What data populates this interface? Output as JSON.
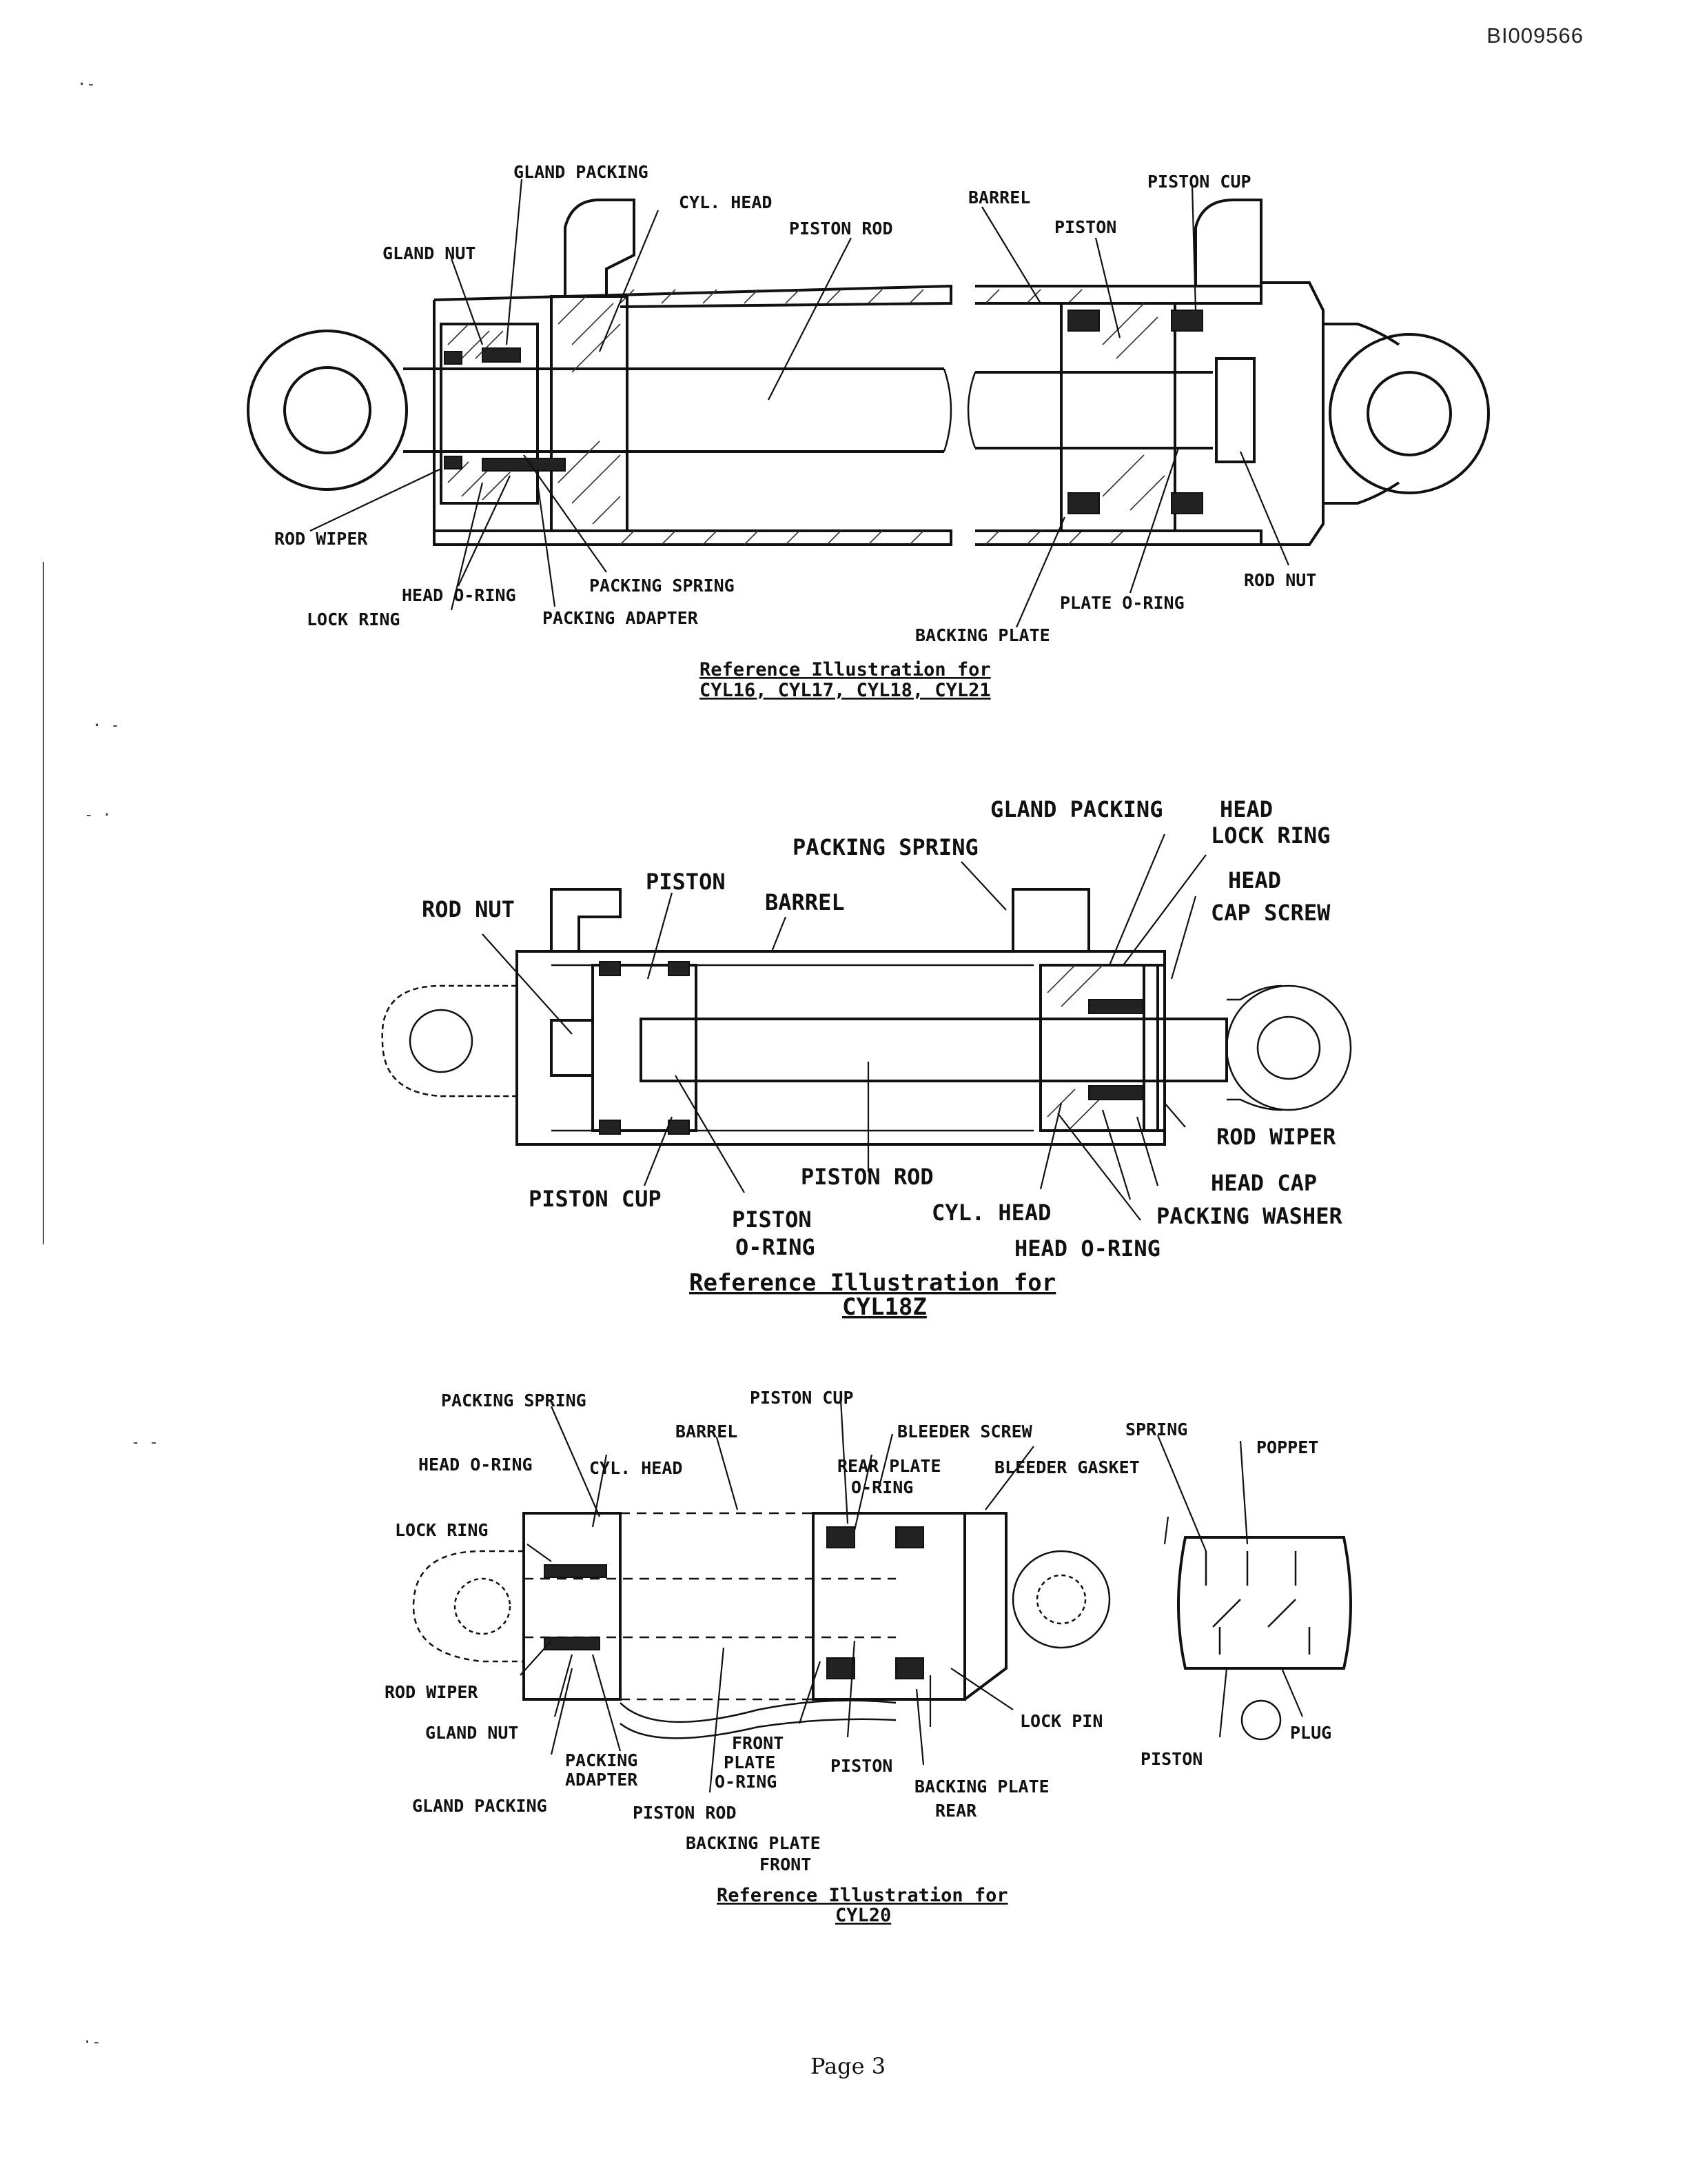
{
  "document": {
    "id": "BI009566",
    "page_label": "Page 3"
  },
  "figure1": {
    "caption_line1": "Reference Illustration for",
    "caption_line2": "CYL16, CYL17, CYL18, CYL21",
    "labels": {
      "gland_packing": "GLAND PACKING",
      "cyl_head": "CYL. HEAD",
      "piston_rod": "PISTON ROD",
      "barrel": "BARREL",
      "piston_cup": "PISTON CUP",
      "piston": "PISTON",
      "gland_nut": "GLAND NUT",
      "rod_wiper": "ROD WIPER",
      "head_o_ring": "HEAD O-RING",
      "lock_ring": "LOCK RING",
      "packing_spring": "PACKING SPRING",
      "packing_adapter": "PACKING ADAPTER",
      "backing_plate": "BACKING PLATE",
      "plate_o_ring": "PLATE O-RING",
      "rod_nut": "ROD NUT"
    }
  },
  "figure2": {
    "caption_line1": "Reference Illustration for",
    "caption_line2": "CYL18Z",
    "labels": {
      "gland_packing": "GLAND PACKING",
      "head": "HEAD",
      "lock_ring": "LOCK RING",
      "packing_spring": "PACKING SPRING",
      "piston": "PISTON",
      "head_2": "HEAD",
      "cap_screw": "CAP SCREW",
      "rod_nut": "ROD NUT",
      "barrel": "BARREL",
      "rod_wiper": "ROD WIPER",
      "head_cap": "HEAD CAP",
      "piston_rod": "PISTON ROD",
      "piston_cup": "PISTON CUP",
      "cyl_head": "CYL. HEAD",
      "packing_washer": "PACKING WASHER",
      "piston_o_ring_1": "PISTON",
      "piston_o_ring_2": "O-RING",
      "head_o_ring": "HEAD O-RING"
    }
  },
  "figure3": {
    "caption_line1": "Reference Illustration for",
    "caption_line2": "CYL20",
    "labels": {
      "packing_spring": "PACKING SPRING",
      "piston_cup": "PISTON CUP",
      "barrel": "BARREL",
      "bleeder_screw": "BLEEDER SCREW",
      "spring": "SPRING",
      "poppet": "POPPET",
      "head_o_ring": "HEAD O-RING",
      "cyl_head": "CYL. HEAD",
      "rear_plate_1": "REAR PLATE",
      "rear_plate_2": "O-RING",
      "bleeder_gasket": "BLEEDER GASKET",
      "lock_ring": "LOCK RING",
      "rod_wiper": "ROD WIPER",
      "gland_nut": "GLAND NUT",
      "lock_pin": "LOCK PIN",
      "front_plate_1": "FRONT",
      "front_plate_2": "PLATE",
      "front_plate_3": "O-RING",
      "packing_adapter_1": "PACKING",
      "packing_adapter_2": "ADAPTER",
      "piston": "PISTON",
      "backing_plate_rear_1": "BACKING PLATE",
      "backing_plate_rear_2": "REAR",
      "piston_2": "PISTON",
      "plug": "PLUG",
      "gland_packing": "GLAND PACKING",
      "piston_rod": "PISTON ROD",
      "backing_plate_front_1": "BACKING PLATE",
      "backing_plate_front_2": "FRONT"
    }
  }
}
